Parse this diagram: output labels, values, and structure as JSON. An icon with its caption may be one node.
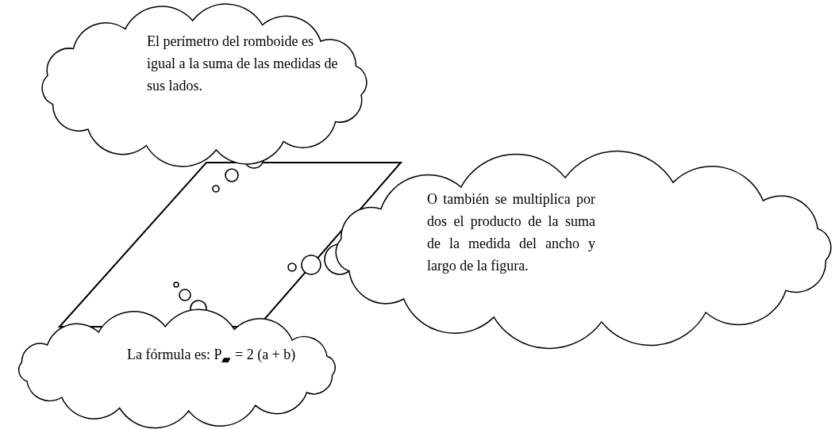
{
  "diagram": {
    "nodes": [
      {
        "text": [
          "El perímetro del romboide es igual a la suma de las medidas de sus lados."
        ]
      },
      {
        "text": [],
        "shape": "parallelogram"
      },
      {
        "text": [
          "O también se multiplica por dos el producto de la suma de la medida del ancho y largo de la figura."
        ]
      },
      {
        "text": [
          "La fórmula es: P$_{▰}$ = 2 (a + b)"
        ]
      }
    ]
  }
}
